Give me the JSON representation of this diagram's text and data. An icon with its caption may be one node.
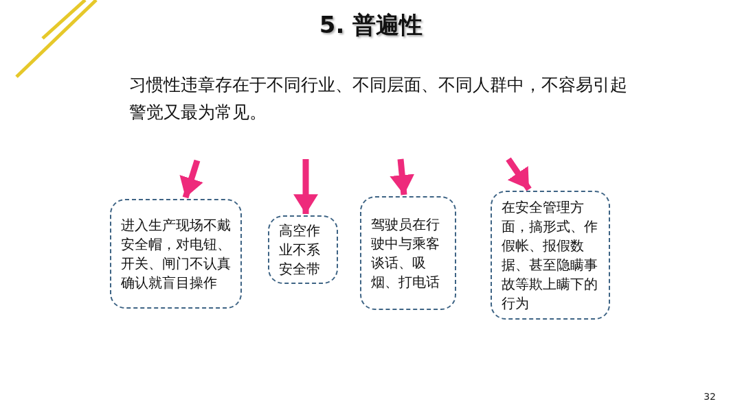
{
  "diagram": {
    "title": "5. 普遍性",
    "nodes": [
      {
        "text": [
          "进入生产现场不戴安全帽，对电钮、开关、闸门不认真确认就盲目操作"
        ]
      },
      {
        "text": [
          "高空作业不系安全带"
        ]
      },
      {
        "text": [
          "驾驶员在行驶中与乘客谈话、吸烟、打电话"
        ]
      },
      {
        "text": [
          "在安全管理方面，搞形式、作假帐、报假数据、甚至隐瞒事故等欺上瞒下的行为"
        ]
      }
    ],
    "edges": [
      {
        "from": null,
        "to": 0,
        "arrow": "to"
      },
      {
        "from": null,
        "to": 1,
        "arrow": "to"
      },
      {
        "from": null,
        "to": 2,
        "arrow": "to"
      },
      {
        "from": null,
        "to": 3,
        "arrow": "to"
      }
    ],
    "labels": [
      "习惯性违章存在于不同行业、不同层面、不同人群中，不容易引起警觉又最为常见。",
      "32"
    ]
  }
}
